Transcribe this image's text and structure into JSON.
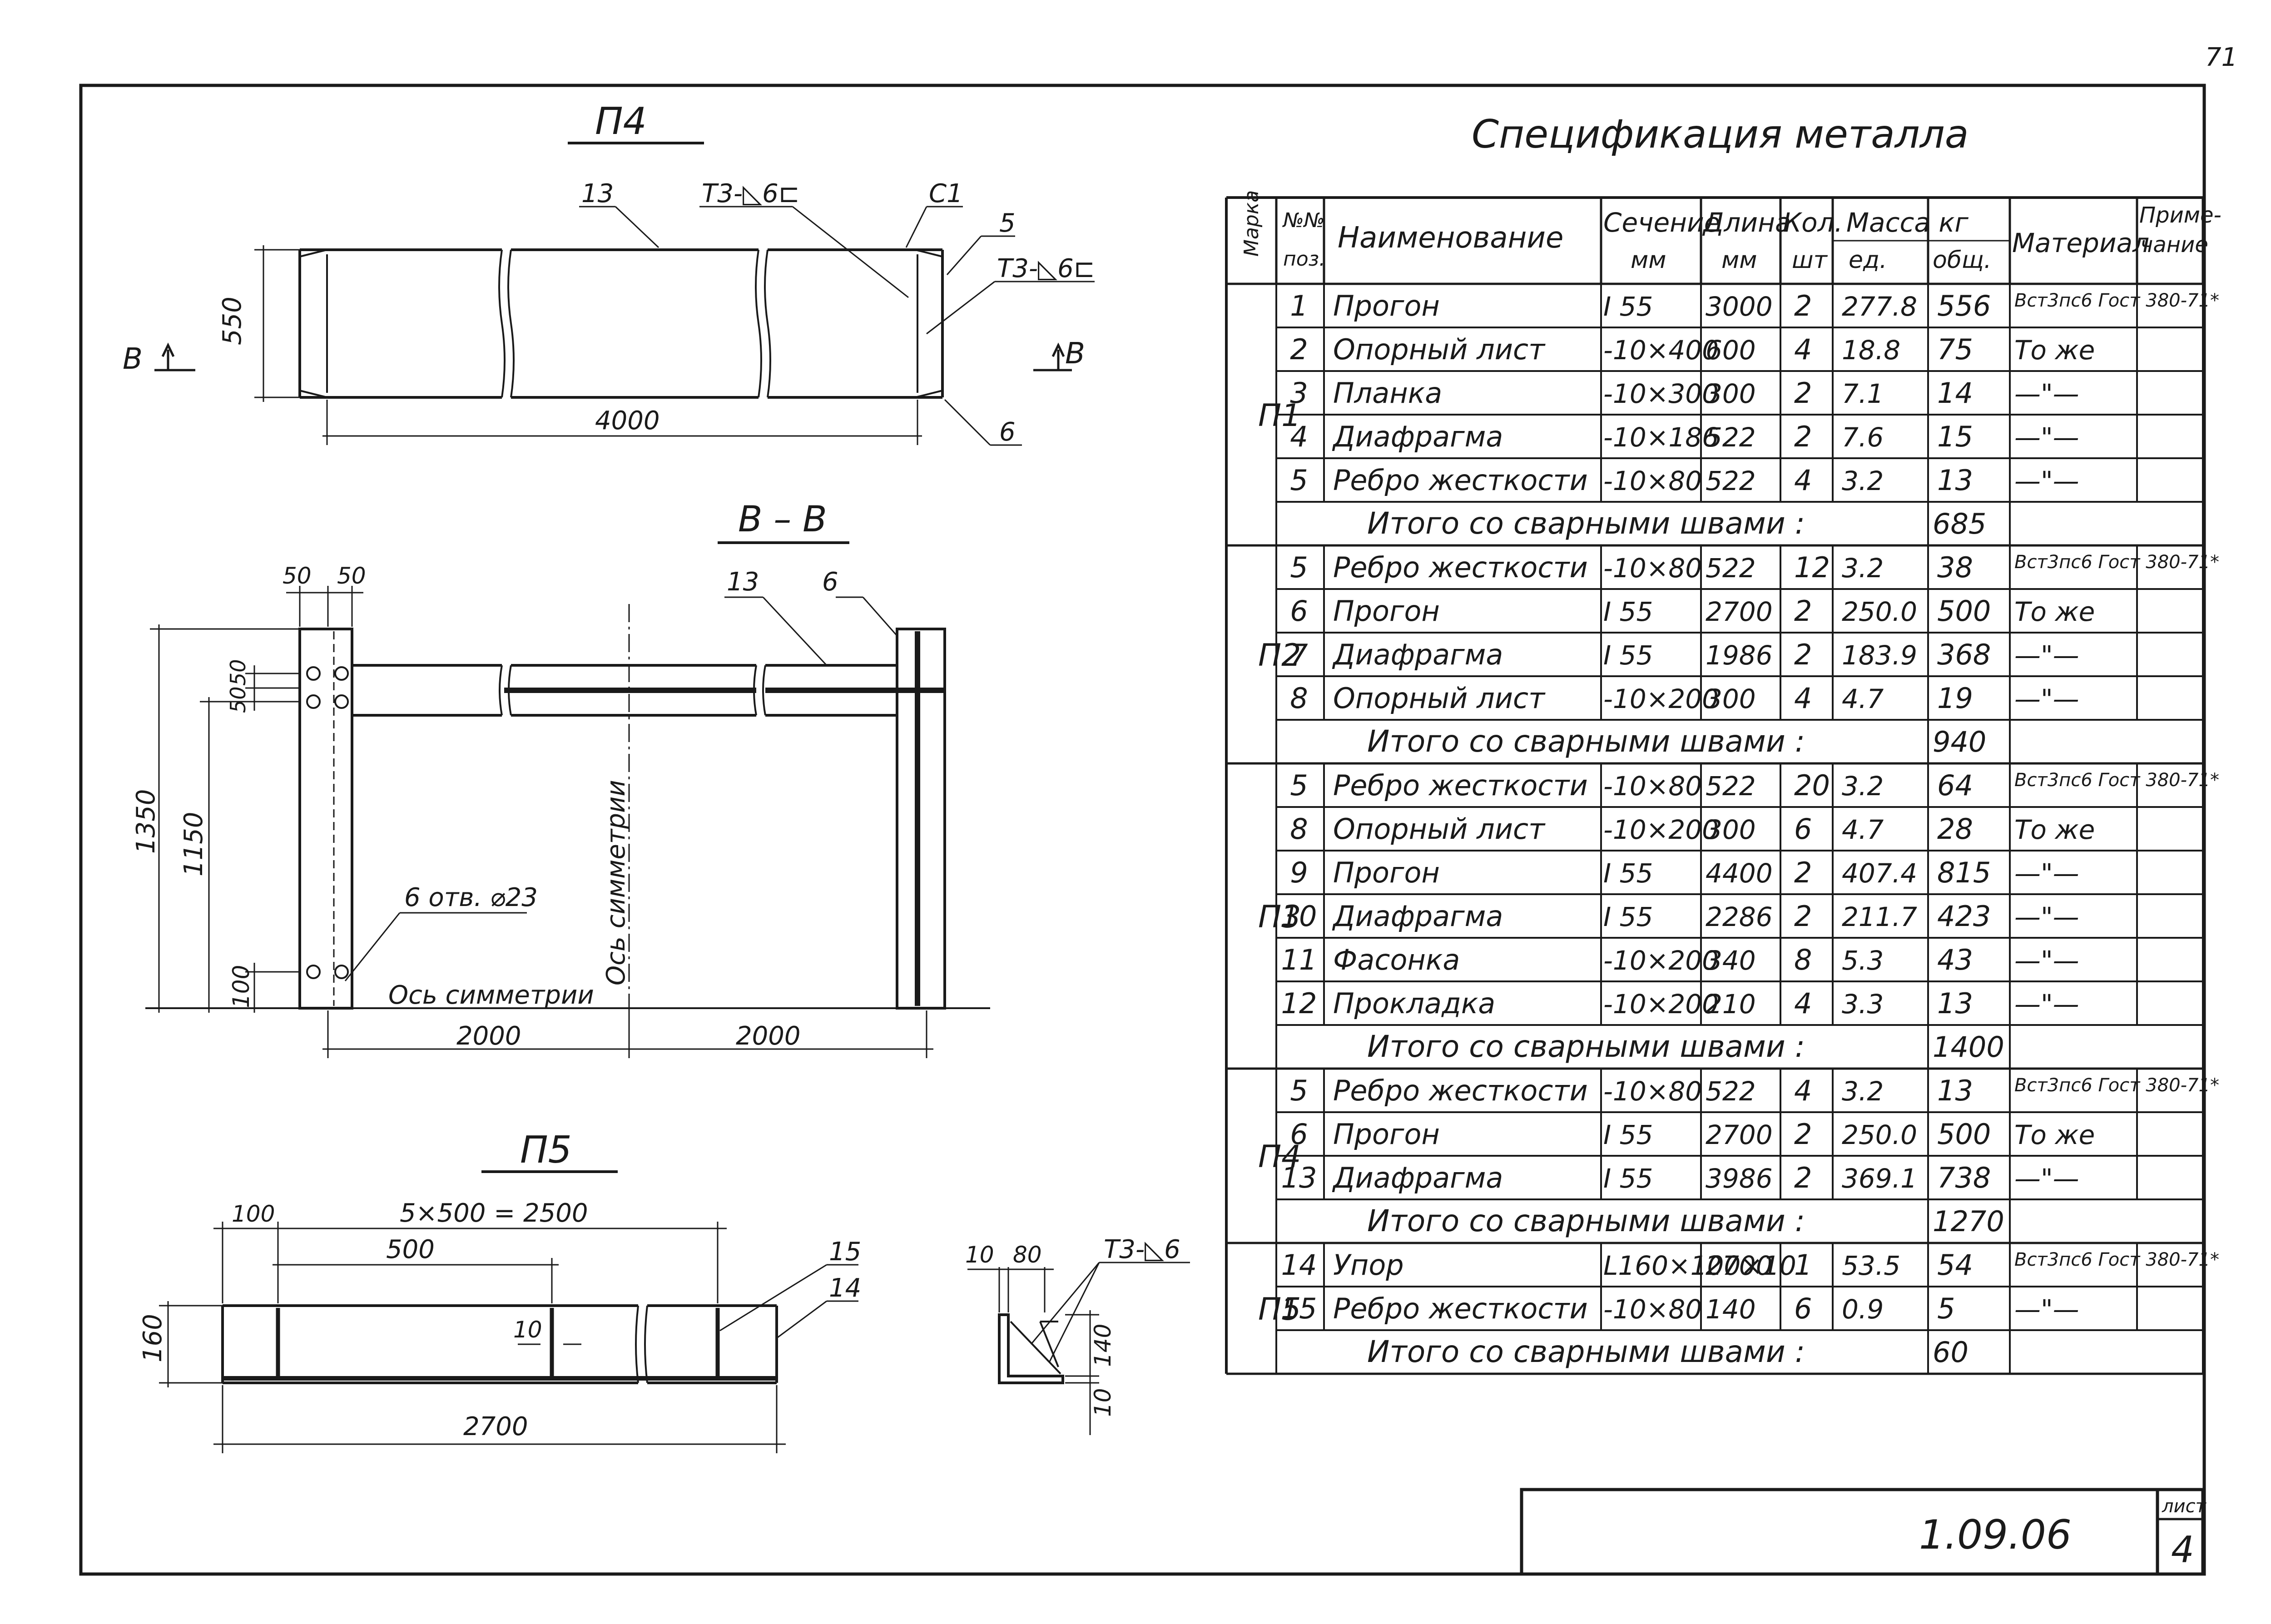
{
  "page_number": "71",
  "drawing_code": "1.09.06",
  "sheet_label": "лист",
  "sheet_number": "4",
  "p4": {
    "title": "П4",
    "dim_length": "4000",
    "dim_height": "550",
    "callouts": [
      "13",
      "Т3-◺6⊏",
      "С1",
      "5",
      "Т3-◺6⊏",
      "6"
    ],
    "section_mark": "В"
  },
  "bb": {
    "title": "В – В",
    "callout_13": "13",
    "callout_6": "6",
    "dim_50a": "50",
    "dim_50b": "50",
    "dim_50c": "50",
    "dim_50d": "50",
    "dim_1350": "1350",
    "dim_1150": "1150",
    "dim_100": "100",
    "holes": "6 отв. ⌀23",
    "axis_h": "Ось симметрии",
    "axis_v": "Ось симметрии",
    "dim_2000a": "2000",
    "dim_2000b": "2000"
  },
  "p5": {
    "title": "П5",
    "dim_100": "100",
    "dim_pitch": "5×500 = 2500",
    "dim_500": "500",
    "dim_10": "10",
    "dim_160": "160",
    "dim_2700": "2700",
    "callout_15": "15",
    "callout_14": "14"
  },
  "angle": {
    "dim_10a": "10",
    "dim_80": "80",
    "weld": "Т3-◺6",
    "dim_140": "140",
    "dim_10b": "10"
  },
  "spec": {
    "title": "Спецификация металла",
    "headers": {
      "marka": "Марка",
      "pos_1": "№№",
      "pos_2": "поз.",
      "name": "Наименование",
      "section_1": "Сечение",
      "section_2": "мм",
      "length_1": "Длина",
      "length_2": "мм",
      "qty_1": "Кол.",
      "qty_2": "шт",
      "mass": "Масса кг",
      "mass_unit": "ед.",
      "mass_total": "общ.",
      "material": "Материал",
      "note_1": "Приме-",
      "note_2": "чание"
    },
    "groups": [
      {
        "mark": "П1",
        "rows": [
          {
            "pos": "1",
            "name": "Прогон",
            "section": "I 55",
            "length": "3000",
            "qty": "2",
            "unit": "277.8",
            "total": "556",
            "material": "Вст3пс6 Гост 380-71*"
          },
          {
            "pos": "2",
            "name": "Опорный лист",
            "section": "-10×400",
            "length": "600",
            "qty": "4",
            "unit": "18.8",
            "total": "75",
            "material": "То же"
          },
          {
            "pos": "3",
            "name": "Планка",
            "section": "-10×300",
            "length": "300",
            "qty": "2",
            "unit": "7.1",
            "total": "14",
            "material": "—\"—"
          },
          {
            "pos": "4",
            "name": "Диафрагма",
            "section": "-10×186",
            "length": "522",
            "qty": "2",
            "unit": "7.6",
            "total": "15",
            "material": "—\"—"
          },
          {
            "pos": "5",
            "name": "Ребро жесткости",
            "section": "-10×80",
            "length": "522",
            "qty": "4",
            "unit": "3.2",
            "total": "13",
            "material": "—\"—"
          }
        ],
        "total_label": "Итого со сварными швами :",
        "total": "685"
      },
      {
        "mark": "П2",
        "rows": [
          {
            "pos": "5",
            "name": "Ребро жесткости",
            "section": "-10×80",
            "length": "522",
            "qty": "12",
            "unit": "3.2",
            "total": "38",
            "material": "Вст3пс6 Гост 380-71*"
          },
          {
            "pos": "6",
            "name": "Прогон",
            "section": "I 55",
            "length": "2700",
            "qty": "2",
            "unit": "250.0",
            "total": "500",
            "material": "То же"
          },
          {
            "pos": "7",
            "name": "Диафрагма",
            "section": "I 55",
            "length": "1986",
            "qty": "2",
            "unit": "183.9",
            "total": "368",
            "material": "—\"—"
          },
          {
            "pos": "8",
            "name": "Опорный лист",
            "section": "-10×200",
            "length": "300",
            "qty": "4",
            "unit": "4.7",
            "total": "19",
            "material": "—\"—"
          }
        ],
        "total_label": "Итого со сварными швами :",
        "total": "940"
      },
      {
        "mark": "П3",
        "rows": [
          {
            "pos": "5",
            "name": "Ребро жесткости",
            "section": "-10×80",
            "length": "522",
            "qty": "20",
            "unit": "3.2",
            "total": "64",
            "material": "Вст3пс6 Гост 380-71*"
          },
          {
            "pos": "8",
            "name": "Опорный лист",
            "section": "-10×200",
            "length": "300",
            "qty": "6",
            "unit": "4.7",
            "total": "28",
            "material": "То же"
          },
          {
            "pos": "9",
            "name": "Прогон",
            "section": "I 55",
            "length": "4400",
            "qty": "2",
            "unit": "407.4",
            "total": "815",
            "material": "—\"—"
          },
          {
            "pos": "10",
            "name": "Диафрагма",
            "section": "I 55",
            "length": "2286",
            "qty": "2",
            "unit": "211.7",
            "total": "423",
            "material": "—\"—"
          },
          {
            "pos": "11",
            "name": "Фасонка",
            "section": "-10×200",
            "length": "340",
            "qty": "8",
            "unit": "5.3",
            "total": "43",
            "material": "—\"—"
          },
          {
            "pos": "12",
            "name": "Прокладка",
            "section": "-10×200",
            "length": "210",
            "qty": "4",
            "unit": "3.3",
            "total": "13",
            "material": "—\"—"
          }
        ],
        "total_label": "Итого со сварными швами :",
        "total": "1400"
      },
      {
        "mark": "П4",
        "rows": [
          {
            "pos": "5",
            "name": "Ребро жесткости",
            "section": "-10×80",
            "length": "522",
            "qty": "4",
            "unit": "3.2",
            "total": "13",
            "material": "Вст3пс6 Гост 380-71*"
          },
          {
            "pos": "6",
            "name": "Прогон",
            "section": "I 55",
            "length": "2700",
            "qty": "2",
            "unit": "250.0",
            "total": "500",
            "material": "То же"
          },
          {
            "pos": "13",
            "name": "Диафрагма",
            "section": "I 55",
            "length": "3986",
            "qty": "2",
            "unit": "369.1",
            "total": "738",
            "material": "—\"—"
          }
        ],
        "total_label": "Итого со сварными швами :",
        "total": "1270"
      },
      {
        "mark": "П5",
        "rows": [
          {
            "pos": "14",
            "name": "Упор",
            "section": "L160×100×10",
            "length": "2700",
            "qty": "1",
            "unit": "53.5",
            "total": "54",
            "material": "Вст3пс6 Гост 380-71*"
          },
          {
            "pos": "15",
            "name": "Ребро жесткости",
            "section": "-10×80",
            "length": "140",
            "qty": "6",
            "unit": "0.9",
            "total": "5",
            "material": "—\"—"
          }
        ],
        "total_label": "Итого со сварными швами :",
        "total": "60"
      }
    ]
  }
}
